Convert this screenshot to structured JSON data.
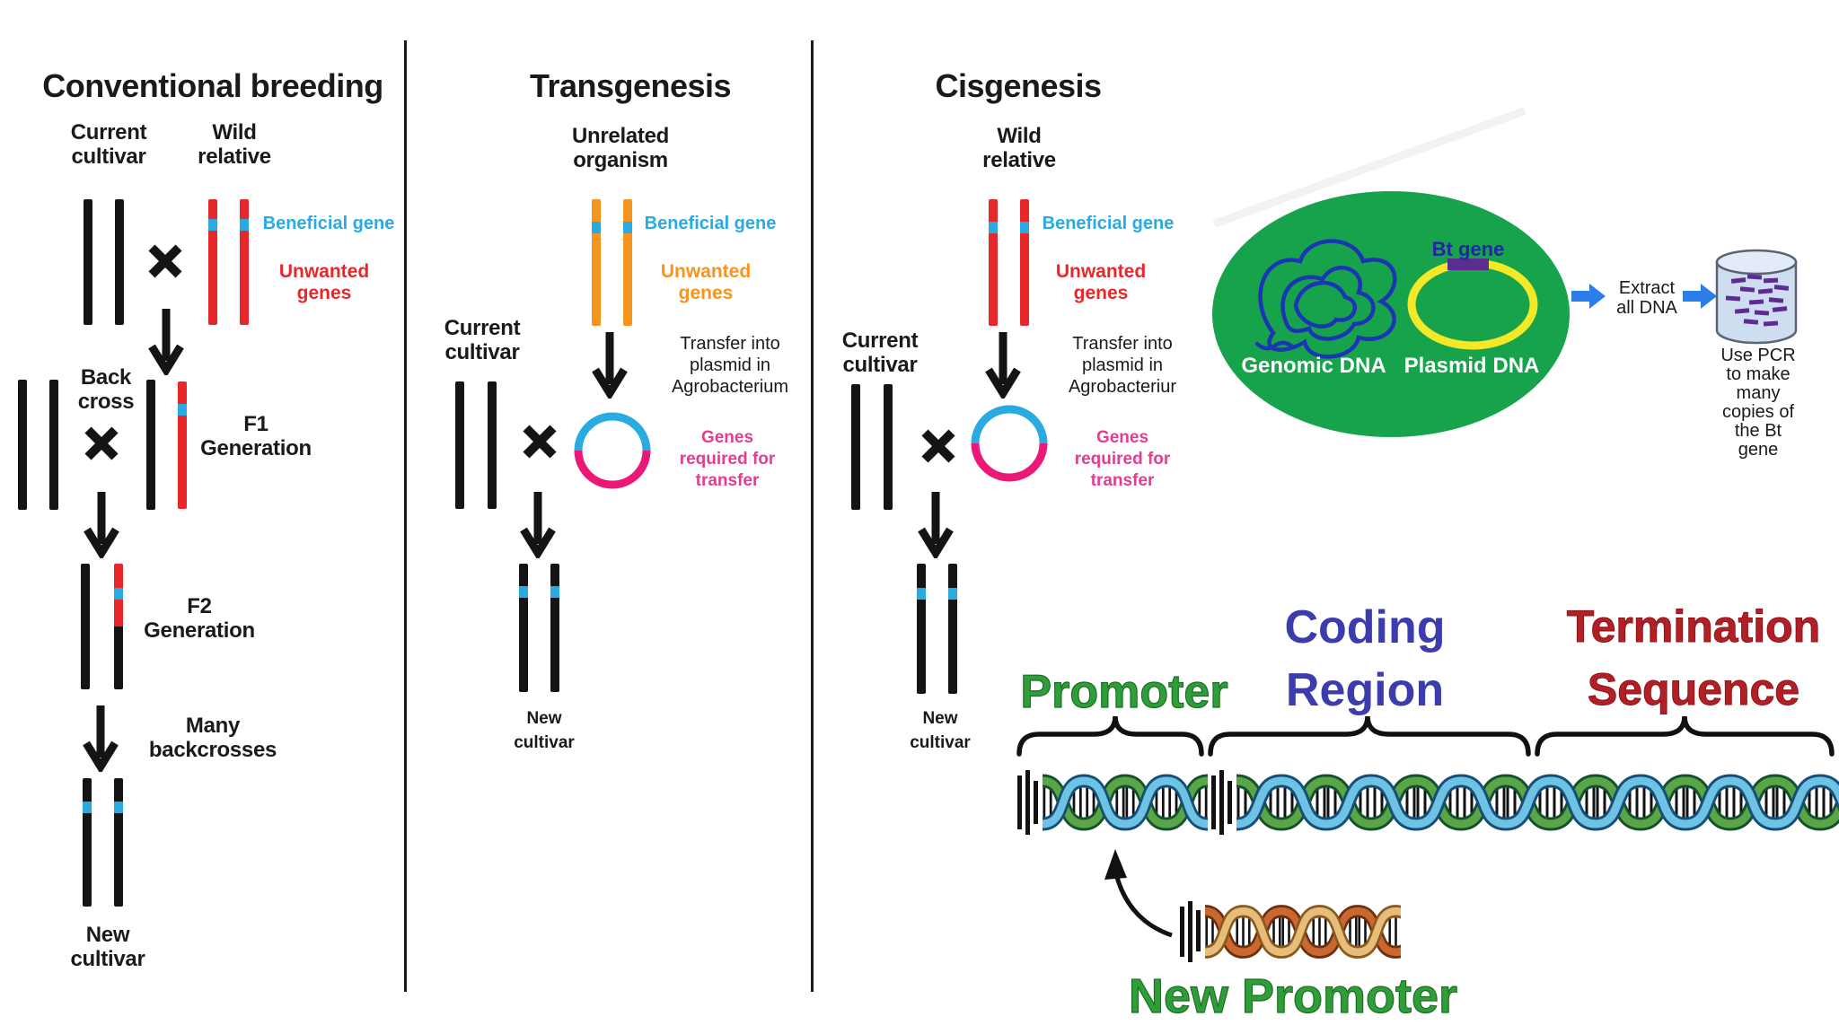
{
  "conventional": {
    "title": "Conventional breeding",
    "parent_left": "Current\ncultivar",
    "parent_right": "Wild\nrelative",
    "beneficial_gene": "Beneficial gene",
    "unwanted_genes": "Unwanted\ngenes",
    "back_cross": "Back\ncross",
    "f1_generation": "F1\nGeneration",
    "f2_generation": "F2\nGeneration",
    "many_backcrosses": "Many\nbackcrosses",
    "new_cultivar": "New\ncultivar"
  },
  "transgenesis": {
    "title": "Transgenesis",
    "source": "Unrelated\norganism",
    "beneficial_gene": "Beneficial gene",
    "unwanted_genes": "Unwanted\ngenes",
    "current_cultivar": "Current\ncultivar",
    "transfer": "Transfer into\nplasmid in\nAgrobacterium",
    "plasmid_label": "Genes\nrequired for\ntransfer",
    "new_cultivar": "New\ncultivar"
  },
  "cisgenesis": {
    "title": "Cisgenesis",
    "source": "Wild\nrelative",
    "beneficial_gene": "Beneficial gene",
    "unwanted_genes": "Unwanted\ngenes",
    "current_cultivar": "Current\ncultivar",
    "transfer": "Transfer into\nplasmid in\nAgrobacteriur",
    "plasmid_label": "Genes\nrequired for\ntransfer",
    "new_cultivar": "New\ncultivar"
  },
  "cell": {
    "genomic_label": "Genomic DNA",
    "plasmid_label": "Plasmid DNA",
    "bt_gene": "Bt gene",
    "extract": "Extract\nall DNA",
    "pcr": "Use PCR to make\nmany copies of\nthe Bt gene"
  },
  "gene_map": {
    "promoter": "Promoter",
    "coding_region": "Coding\nRegion",
    "termination_sequence": "Termination\nSequence",
    "new_promoter": "New Promoter"
  },
  "colors": {
    "beneficial_blue": "#29abe2",
    "unwanted_red": "#e8272b",
    "unwanted_orange": "#f7941e",
    "plasmid_cyan": "#29abe2",
    "plasmid_magenta": "#ec1878",
    "cell_green": "#17a24c",
    "plasmid_ring_yellow": "#f4e928",
    "bt_gene_purple": "#5c2d91",
    "arrow_blue": "#2b7de9",
    "promoter_green": "#2f9e38",
    "coding_indigo": "#3c3cae",
    "termination_darkred": "#b21f25"
  }
}
